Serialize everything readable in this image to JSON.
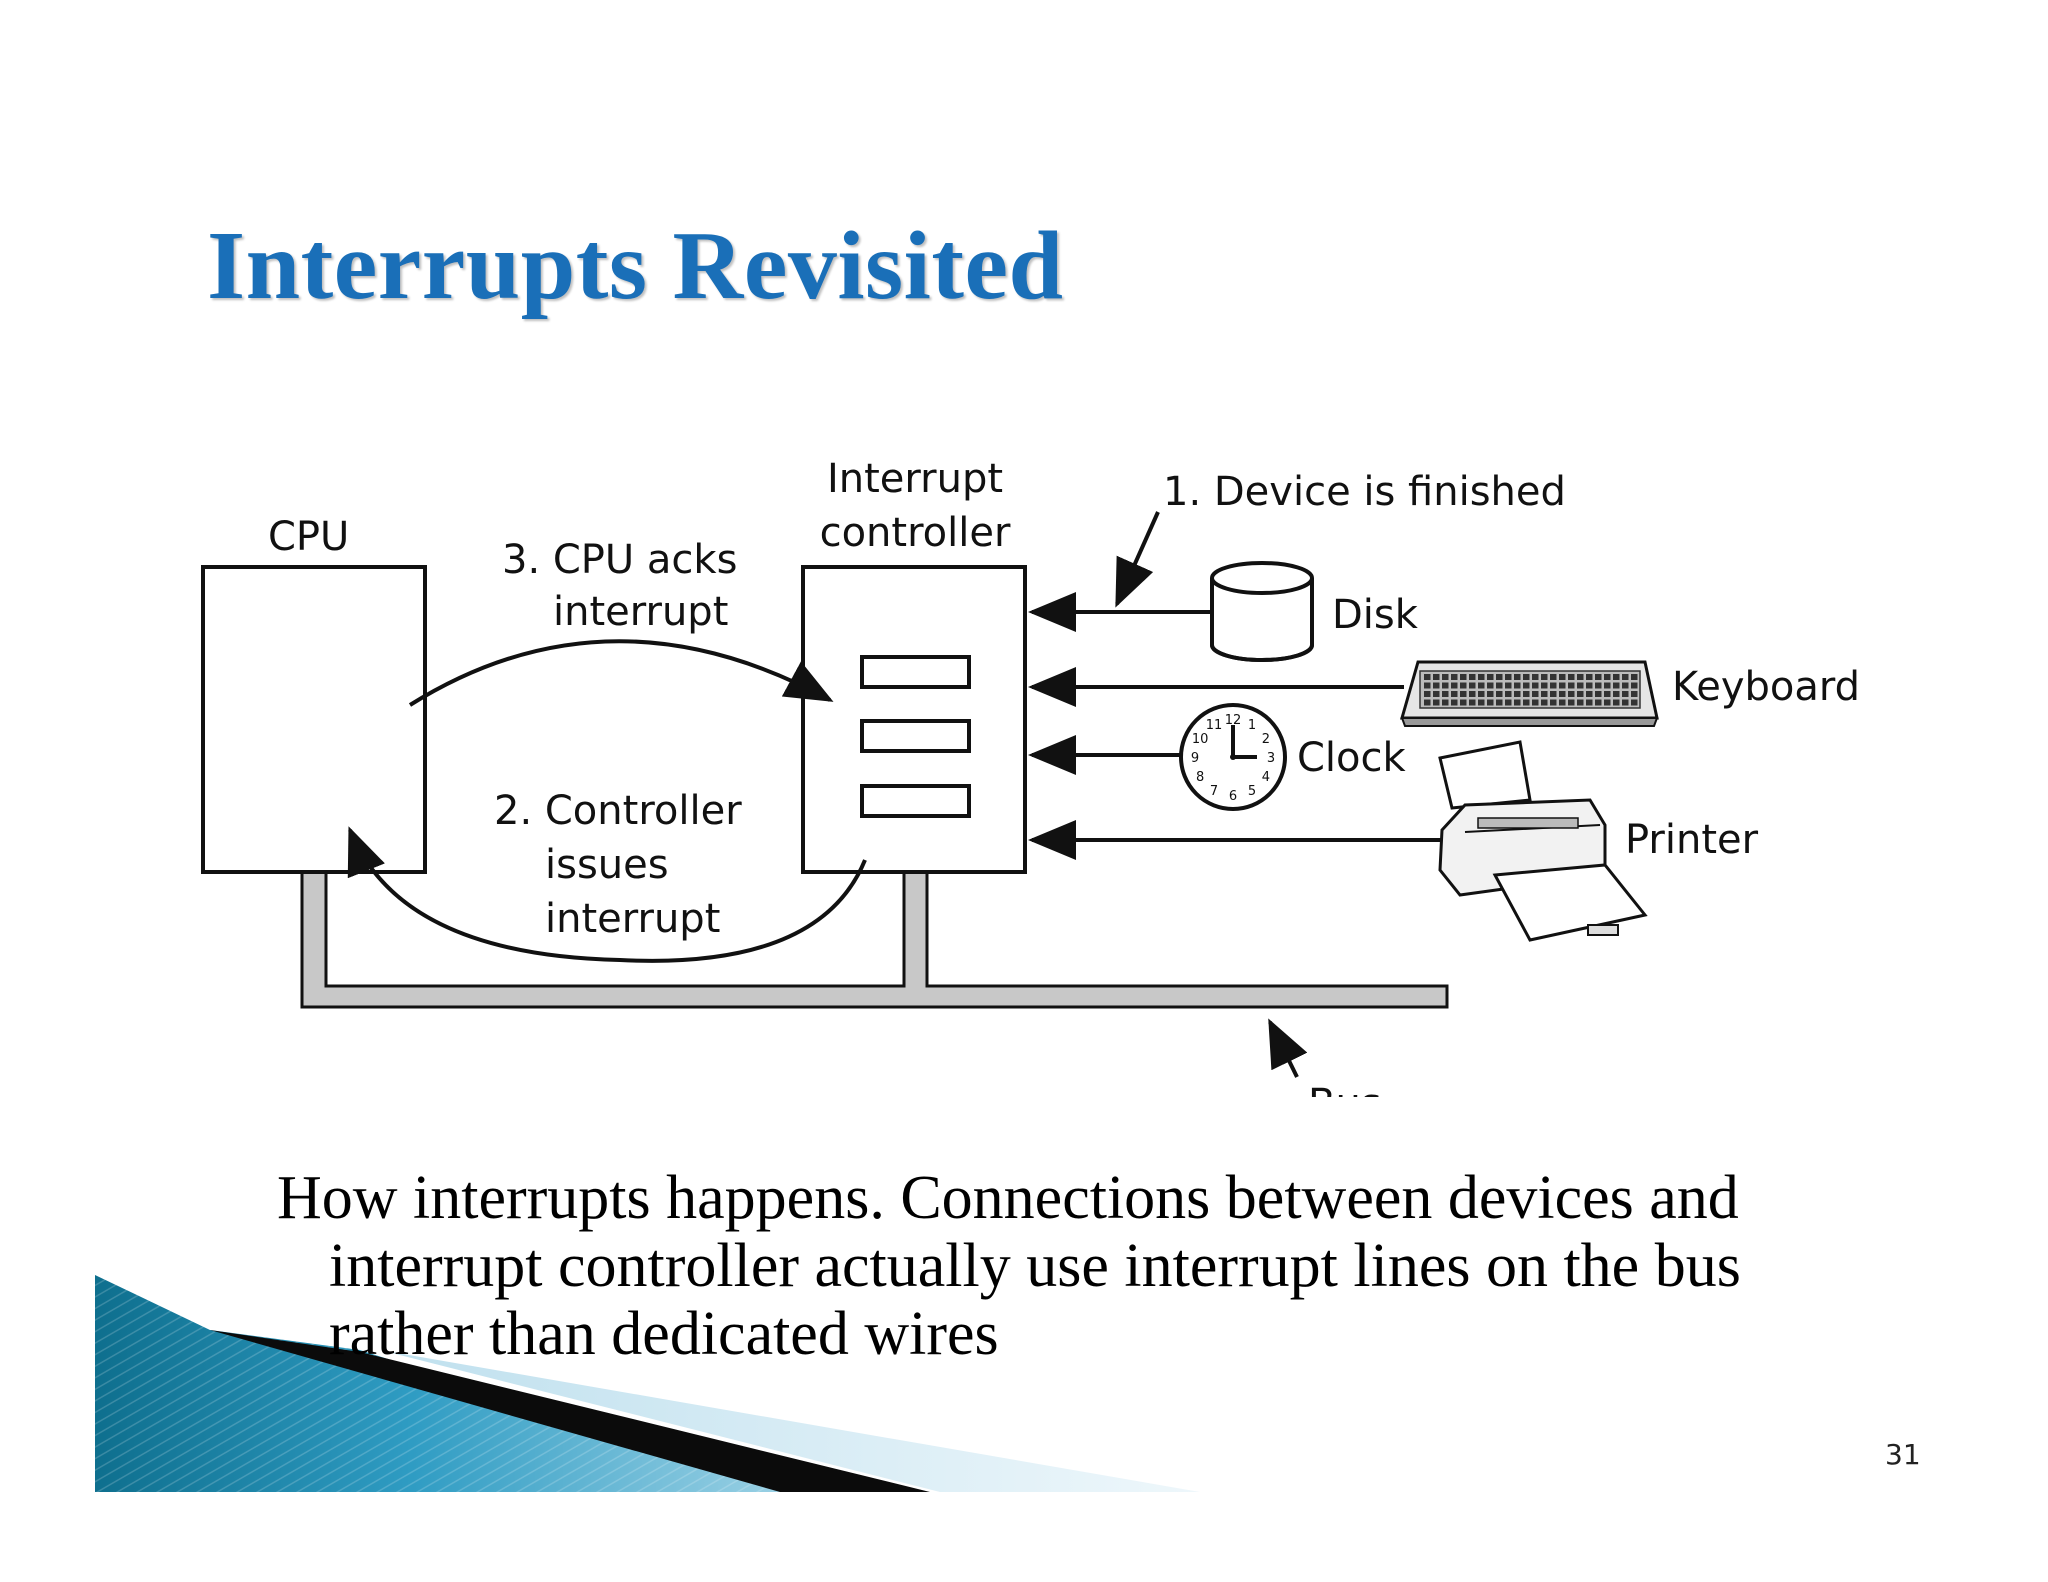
{
  "slide": {
    "title": "Interrupts Revisited",
    "caption": "How interrupts happens. Connections between devices and interrupt controller actually use interrupt lines on the bus rather than dedicated wires",
    "page_number": "31",
    "title_color": "#1a6fb8"
  },
  "diagram": {
    "cpu_label": "CPU",
    "controller_label_line1": "Interrupt",
    "controller_label_line2": "controller",
    "step1": "1. Device is finished",
    "step2_line1": "2. Controller",
    "step2_line2": "issues",
    "step2_line3": "interrupt",
    "step3_line1": "3. CPU acks",
    "step3_line2": "interrupt",
    "devices": {
      "disk": "Disk",
      "keyboard": "Keyboard",
      "clock": "Clock",
      "printer": "Printer"
    },
    "bus_label": "Bus",
    "clock_numbers": [
      "12",
      "1",
      "2",
      "3",
      "4",
      "5",
      "6",
      "7",
      "8",
      "9",
      "10",
      "11"
    ]
  }
}
